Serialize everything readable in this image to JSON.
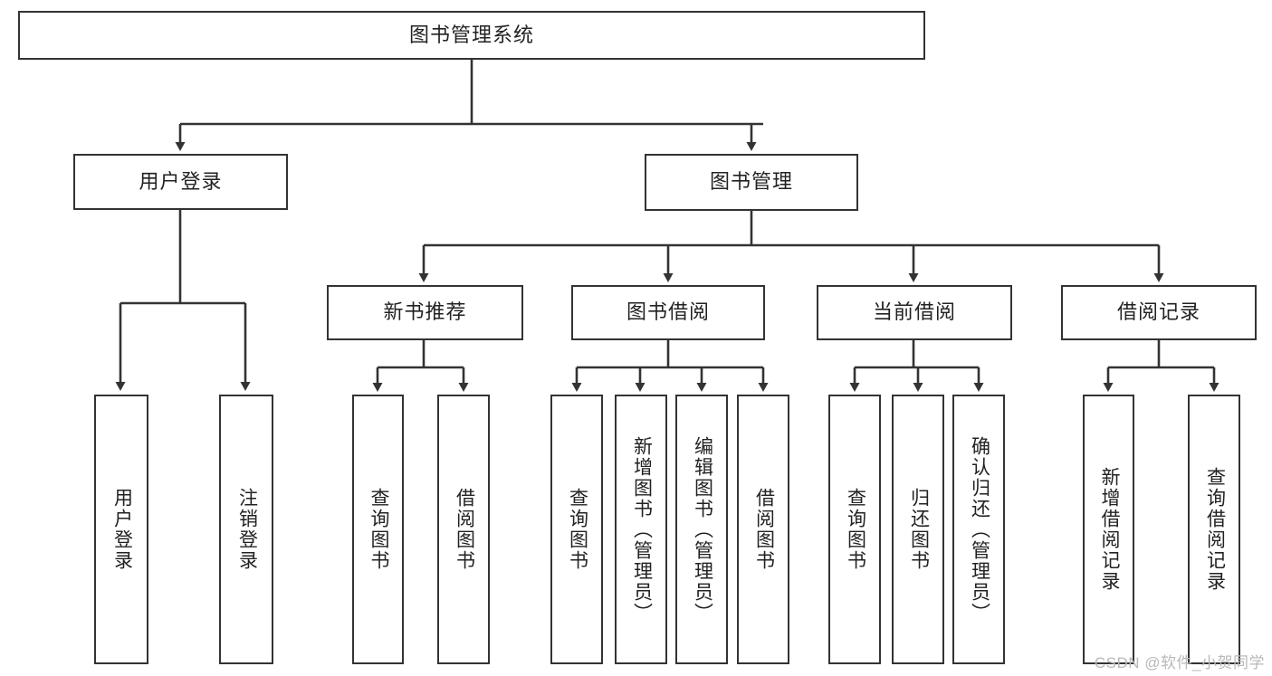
{
  "diagram": {
    "title": "图书管理系统",
    "type": "tree-hierarchy-diagram",
    "root": {
      "id": "root",
      "label": "图书管理系统"
    },
    "level1": [
      {
        "id": "user-login",
        "label": "用户登录"
      },
      {
        "id": "book-manage",
        "label": "图书管理"
      }
    ],
    "level2": [
      {
        "id": "new-book-recommend",
        "label": "新书推荐",
        "parent": "book-manage"
      },
      {
        "id": "book-borrow",
        "label": "图书借阅",
        "parent": "book-manage"
      },
      {
        "id": "current-borrow",
        "label": "当前借阅",
        "parent": "book-manage"
      },
      {
        "id": "borrow-record",
        "label": "借阅记录",
        "parent": "book-manage"
      }
    ],
    "leaves": [
      {
        "id": "leaf-user-login",
        "label": "用户登录",
        "parent": "user-login"
      },
      {
        "id": "leaf-user-logout",
        "label": "注销登录",
        "parent": "user-login"
      },
      {
        "id": "leaf-query-book-1",
        "label": "查询图书",
        "parent": "new-book-recommend"
      },
      {
        "id": "leaf-borrow-book-1",
        "label": "借阅图书",
        "parent": "new-book-recommend"
      },
      {
        "id": "leaf-query-book-2",
        "label": "查询图书",
        "parent": "book-borrow"
      },
      {
        "id": "leaf-add-book",
        "label": "新增图书（管理员）",
        "parent": "book-borrow"
      },
      {
        "id": "leaf-edit-book",
        "label": "编辑图书（管理员）",
        "parent": "book-borrow"
      },
      {
        "id": "leaf-borrow-book-2",
        "label": "借阅图书",
        "parent": "book-borrow"
      },
      {
        "id": "leaf-query-book-3",
        "label": "查询图书",
        "parent": "current-borrow"
      },
      {
        "id": "leaf-return-book",
        "label": "归还图书",
        "parent": "current-borrow"
      },
      {
        "id": "leaf-confirm-return",
        "label": "确认归还（管理员）",
        "parent": "current-borrow"
      },
      {
        "id": "leaf-add-record",
        "label": "新增借阅记录",
        "parent": "borrow-record"
      },
      {
        "id": "leaf-query-record",
        "label": "查询借阅记录",
        "parent": "borrow-record"
      }
    ],
    "colors": {
      "stroke": "#333333",
      "text": "#222222",
      "background": "#ffffff",
      "watermark": "#b8b8b8"
    }
  },
  "watermark": {
    "text": "CSDN @软件_小贺同学"
  }
}
